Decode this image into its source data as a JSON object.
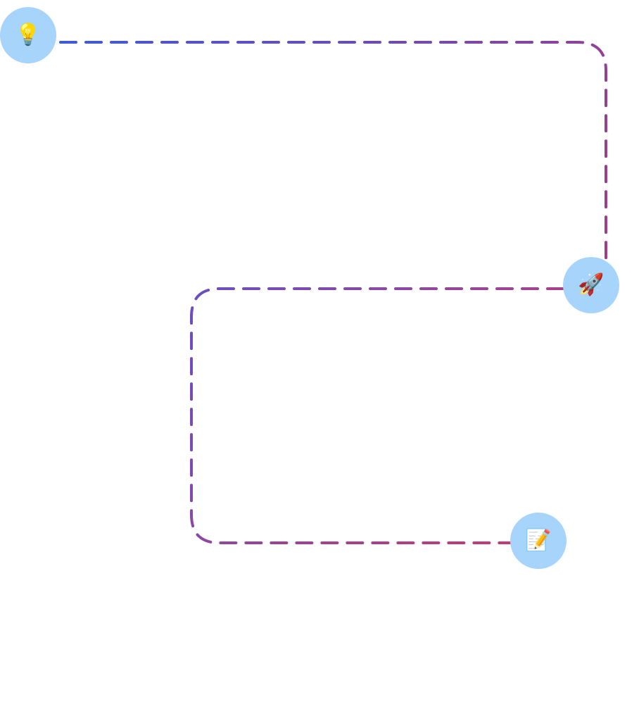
{
  "diagram": {
    "type": "flow-path",
    "nodes": [
      {
        "id": "idea",
        "icon": "💡",
        "icon_name": "lightbulb"
      },
      {
        "id": "launch",
        "icon": "🚀",
        "icon_name": "rocket"
      },
      {
        "id": "write",
        "icon": "📝",
        "icon_name": "memo"
      }
    ],
    "edges": [
      {
        "from": "idea",
        "to": "launch",
        "style": "dashed",
        "gradient": [
          "#3f5bd9",
          "#a23c8a"
        ]
      },
      {
        "from": "launch",
        "to": "write",
        "style": "dashed",
        "gradient": [
          "#6a4fbf",
          "#c23a78"
        ]
      }
    ],
    "node_color": "#a6d4fb"
  }
}
